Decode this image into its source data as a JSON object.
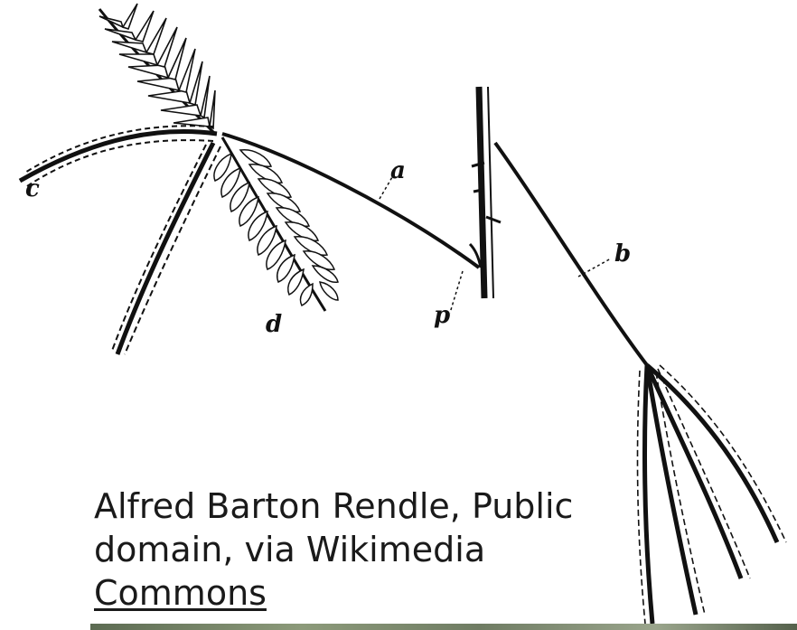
{
  "figure": {
    "labels": {
      "a": "a",
      "b": "b",
      "c": "c",
      "d": "d",
      "p": "p"
    }
  },
  "caption": {
    "line1": "Alfred Barton Rendle, Public",
    "line2": "domain, via Wikimedia",
    "line3": "Commons"
  }
}
